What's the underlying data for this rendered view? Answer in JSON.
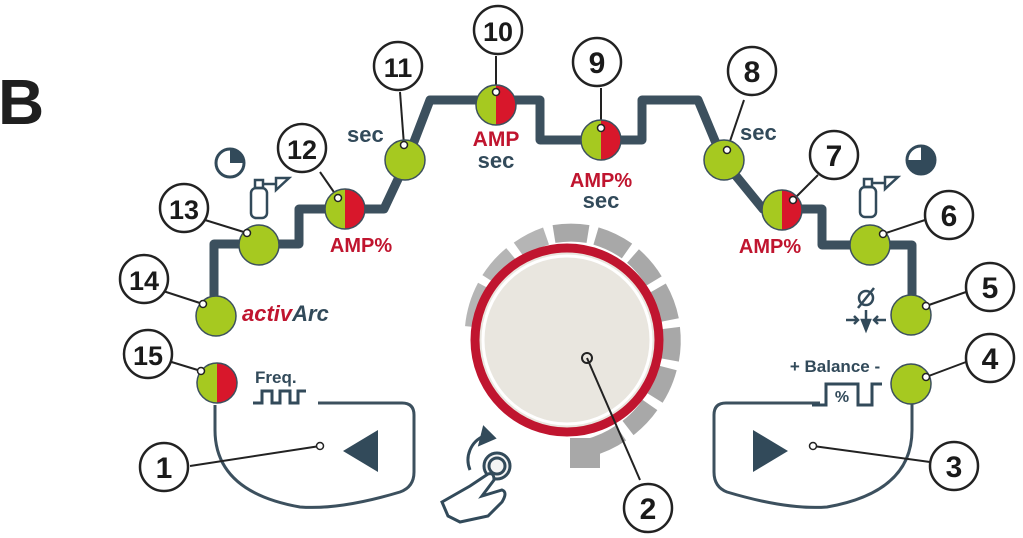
{
  "panel_letter": "B",
  "callouts": [
    "1",
    "2",
    "3",
    "4",
    "5",
    "6",
    "7",
    "8",
    "9",
    "10",
    "11",
    "12",
    "13",
    "14",
    "15"
  ],
  "labels": {
    "sec_left": "sec",
    "sec_right": "sec",
    "amp_sec_top": "AMP",
    "amp_sec_bottom": "sec",
    "amp_pct_sec_top": "AMP%",
    "amp_pct_sec_bottom": "sec",
    "amp_pct_left": "AMP%",
    "amp_pct_right": "AMP%",
    "activarc_prefix": "activ",
    "activarc_suffix": "Arc",
    "freq": "Freq.",
    "balance": "+ Balance -",
    "balance_pct": "%"
  },
  "icons": {
    "left_clock": "quarter-clock-icon",
    "right_clock": "three-quarter-clock-icon",
    "gas": "gas-cylinder-icon",
    "electrode": "electrode-diameter-icon",
    "freq_wave": "square-wave-icon",
    "balance_wave": "balance-wave-icon",
    "rotate_push": "rotate-push-hand-icon"
  },
  "colors": {
    "led_green": "#a6c920",
    "led_red": "#d8172b",
    "line": "#3c505e",
    "brand_red": "#c0152f",
    "navy": "#324a5a",
    "knob_face": "#e9e6df",
    "ring_gray": "#a8a8a8"
  }
}
